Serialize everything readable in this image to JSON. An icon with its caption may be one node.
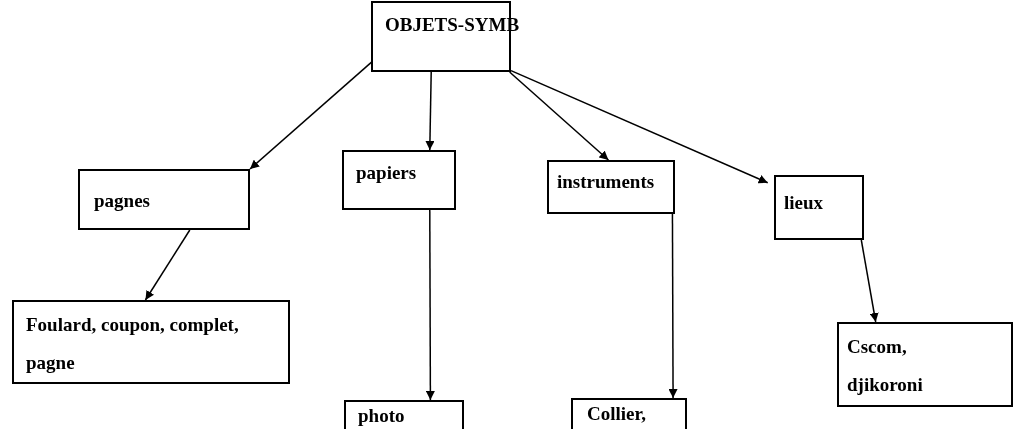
{
  "diagram": {
    "nodes": [
      {
        "text": [
          "OBJETS-SYMB"
        ]
      },
      {
        "text": [
          "pagnes"
        ]
      },
      {
        "text": [
          "papiers"
        ]
      },
      {
        "text": [
          "instruments"
        ]
      },
      {
        "text": [
          "lieux"
        ]
      },
      {
        "text": [
          "Foulard, coupon, complet, pagne"
        ]
      },
      {
        "text": [
          "photo"
        ]
      },
      {
        "text": [
          "Collier,"
        ]
      },
      {
        "text": [
          "Cscom, djikoroni"
        ]
      }
    ],
    "edges": [
      {
        "from": 0,
        "to": 1,
        "arrow": "to"
      },
      {
        "from": 0,
        "to": 2,
        "arrow": "to"
      },
      {
        "from": 0,
        "to": 3,
        "arrow": "to"
      },
      {
        "from": 0,
        "to": 4,
        "arrow": "to"
      },
      {
        "from": 1,
        "to": 5,
        "arrow": "to"
      },
      {
        "from": 2,
        "to": 6,
        "arrow": "to"
      },
      {
        "from": 3,
        "to": 7,
        "arrow": "to"
      },
      {
        "from": 4,
        "to": 8,
        "arrow": "to"
      }
    ]
  }
}
